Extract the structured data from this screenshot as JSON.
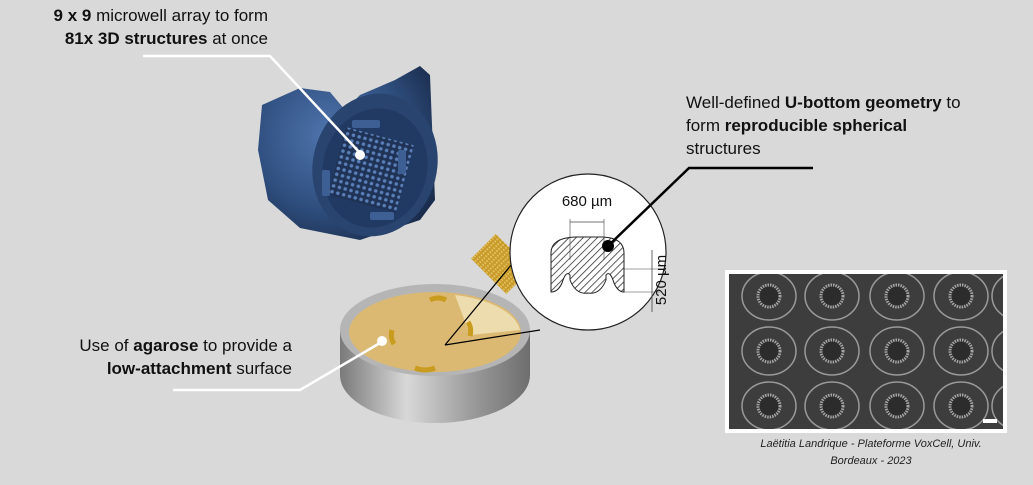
{
  "annotations": {
    "top": {
      "line1_bold": "9 x 9",
      "line1_rest": " microwell array to form",
      "line2_bold": "81x 3D structures",
      "line2_rest": " at once"
    },
    "right": {
      "line1_pre": "Well-defined ",
      "line1_bold": "U-bottom geometry",
      "line1_post": " to",
      "line2_pre": "form ",
      "line2_bold": "reproducible spherical",
      "line3": "structures"
    },
    "left": {
      "line1_pre": "Use of ",
      "line1_bold": "agarose",
      "line1_post": " to provide a",
      "line2_bold": "low-attachment",
      "line2_post": " surface"
    }
  },
  "zoom_detail": {
    "width_label": "680 µm",
    "height_label": "520 µm"
  },
  "photo_caption": {
    "line1": "Laëtitia Landrique - Plateforme VoxCell, Univ.",
    "line2": "Bordeaux - 2023"
  },
  "colors": {
    "background": "#d9d9d9",
    "mold_blue": "#2f4f7f",
    "agarose": "#dcb972",
    "dish_gray": "#a8a8a8",
    "callout_white": "#ffffff",
    "callout_black": "#000000"
  }
}
